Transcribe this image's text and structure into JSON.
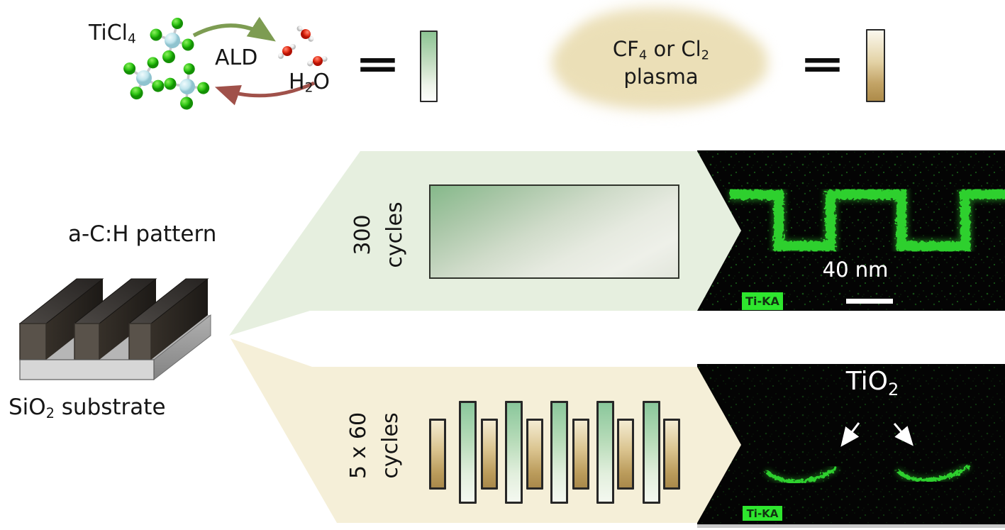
{
  "figure": {
    "reaction": {
      "reactant_main": "TiCl",
      "reactant_sub": "4",
      "process": "ALD",
      "product_m1": "H",
      "product_sub": "2",
      "product_m2": "O",
      "equals": "="
    },
    "plasma": {
      "line1_p1": "CF",
      "line1_s1": "4",
      "line1_p2": " or Cl",
      "line1_s2": "2",
      "line2": "plasma",
      "equals": "="
    },
    "pattern": {
      "title": "a-C:H pattern",
      "substrate_m1": "SiO",
      "substrate_sub": "2",
      "substrate_m2": " substrate"
    },
    "route_top": {
      "line1": "300",
      "line2": "cycles"
    },
    "route_bottom": {
      "line1": "5 x 60",
      "line2": "cycles"
    },
    "edx_top": {
      "scale": "40 nm",
      "detector": "Ti-KA"
    },
    "edx_bottom": {
      "material_m": "TiO",
      "material_sub": "2",
      "detector": "Ti-KA"
    }
  },
  "colors": {
    "ald_film_green": "#8cc493",
    "plasma_film_tan": "#ad8b49",
    "chevron_green": "#e6efdf",
    "chevron_tan": "#f5efd8",
    "edx_signal_green": "#2fd02f",
    "badge_green": "#2ee62e",
    "forward_arrow_green": "#7d9c52",
    "reverse_arrow_red": "#a0514a"
  }
}
